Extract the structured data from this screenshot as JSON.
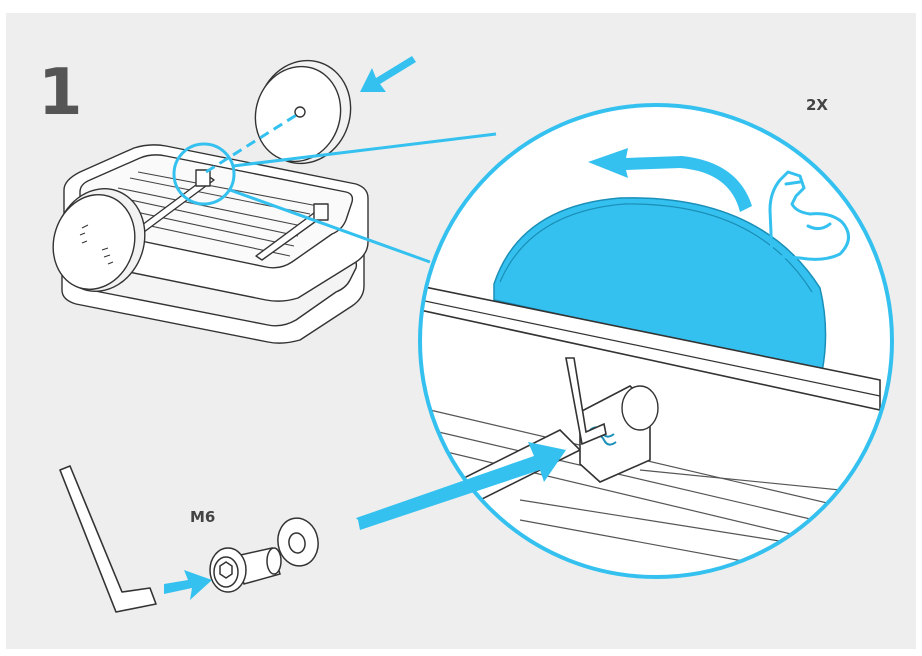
{
  "step": {
    "number": "1"
  },
  "labels": {
    "repeat": "2X",
    "screw_size": "M6"
  },
  "colors": {
    "background": "#eeeeee",
    "accent": "#35c1ef",
    "line": "#333333",
    "fill": "#ffffff"
  },
  "icons": [
    "flexed-arm-icon",
    "allen-key-icon",
    "arrow-icon",
    "rotate-arrow-icon"
  ]
}
